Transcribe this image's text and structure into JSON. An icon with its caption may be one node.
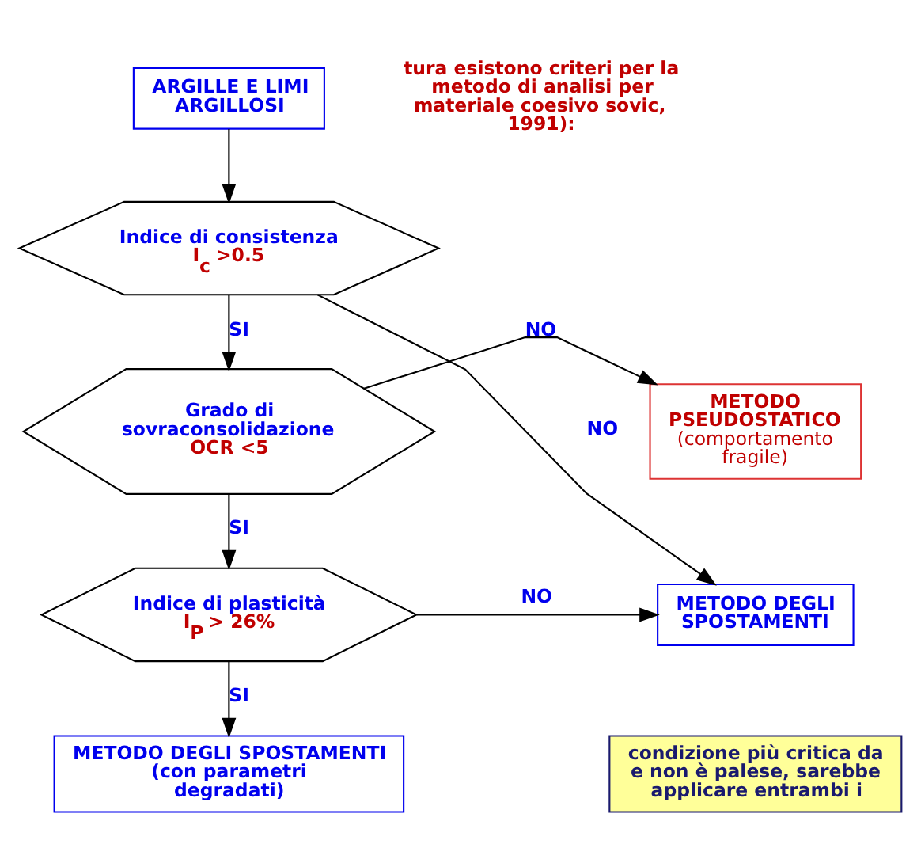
{
  "diagram": {
    "nodes": [
      {
        "text": [
          "ARGILLE E LIMI ARGILLOSI"
        ]
      },
      {
        "text": [
          "Indice di consistenza",
          "I$_{c}$ >0.5"
        ]
      },
      {
        "text": [
          "Grado di sovraconsolidazione",
          "OCR <5"
        ]
      },
      {
        "text": [
          "Indice di plasticità",
          "I$_{P}$ > 26%"
        ]
      },
      {
        "text": [
          "METODO DEGLI SPOSTAMENTI (con parametri degradati)"
        ]
      },
      {
        "text": [
          "METODO PSEUDOSTATICO",
          "(comportamento fragile)"
        ]
      },
      {
        "text": [
          "METODO DEGLI SPOSTAMENTI"
        ]
      },
      {
        "text": [
          "condizione più critica da e non è palese, sarebbe applicare entrambi i"
        ]
      }
    ],
    "edges": [
      {
        "from": 0,
        "to": 1,
        "arrow": "to"
      },
      {
        "from": 1,
        "to": 2,
        "arrow": "to",
        "label": "SI"
      },
      {
        "from": 2,
        "to": 3,
        "arrow": "to",
        "label": "SI"
      },
      {
        "from": 3,
        "to": 4,
        "arrow": "to",
        "label": "SI"
      },
      {
        "from": 1,
        "to": 6,
        "arrow": "to",
        "label": "NO"
      },
      {
        "from": 2,
        "to": 5,
        "arrow": "to",
        "label": "NO"
      },
      {
        "from": 3,
        "to": 6,
        "arrow": "to",
        "label": "NO"
      }
    ],
    "labels": [
      "tura esistono criteri per la metodo di analisi per materiale coesivo sovic, 1991):"
    ]
  }
}
